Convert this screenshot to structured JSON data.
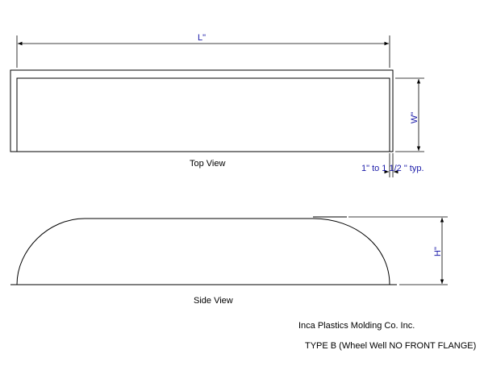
{
  "dimensions": {
    "length_label": "L\"",
    "width_label": "W\"",
    "height_label": "H\"",
    "flange_label": "1\" to  1 1/2 \" typ."
  },
  "views": {
    "top_view_label": "Top View",
    "side_view_label": "Side View"
  },
  "title_block": {
    "company": "Inca Plastics Molding Co. Inc.",
    "part_type": "TYPE B (Wheel Well NO FRONT FLANGE)"
  },
  "colors": {
    "dimension_text": "#1a1aa8",
    "line": "#000000"
  }
}
